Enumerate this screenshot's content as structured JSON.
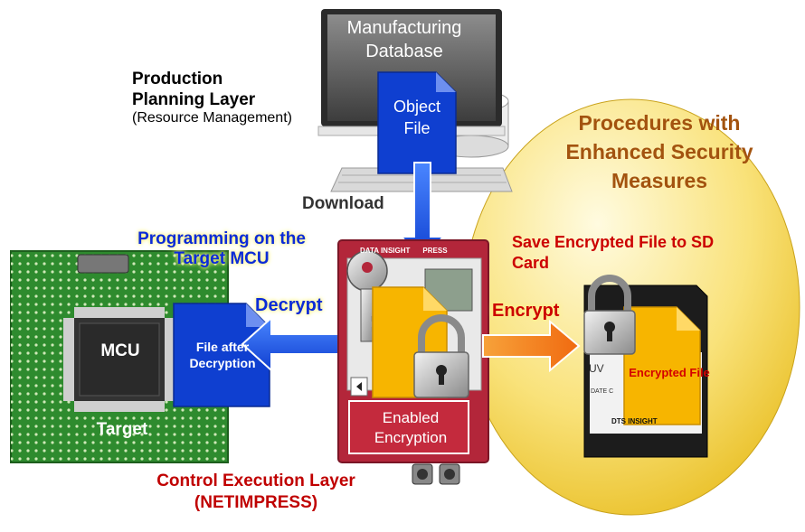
{
  "labels": {
    "production_planning": "Production Planning Layer",
    "resource_management": "(Resource Management)",
    "download": "Download",
    "procedures": "Procedures with Enhanced Security Measures",
    "save_encrypted": "Save Encrypted File to SD Card",
    "programming": "Programming on the Target MCU",
    "decrypt": "Decrypt",
    "encrypt": "Encrypt",
    "control_execution": "Control Execution Layer (NETIMPRESS)"
  },
  "pc": {
    "monitor_text": "Manufacturing Database",
    "object_file": "Object File"
  },
  "board": {
    "chip": "MCU",
    "target": "Target",
    "file_after": "File after Decryption"
  },
  "device": {
    "brand": "DATA INSIGHT",
    "brand_suffix": "PRESS",
    "status": "Enabled Encryption"
  },
  "sdcard": {
    "label_uv": "UV",
    "label_date": "DATE C",
    "brand": "DTS INSIGHT",
    "encrypted_file": "Encrypted File"
  },
  "colors": {
    "ellipse_fill": "#f7da4a",
    "board_green": "#2e8b2e",
    "file_blue": "#0f3fd0",
    "device_red": "#b3263a",
    "arrow_blue": "#1d5bf2",
    "arrow_orange": "#f58c1e",
    "file_yellow": "#f7b500"
  }
}
